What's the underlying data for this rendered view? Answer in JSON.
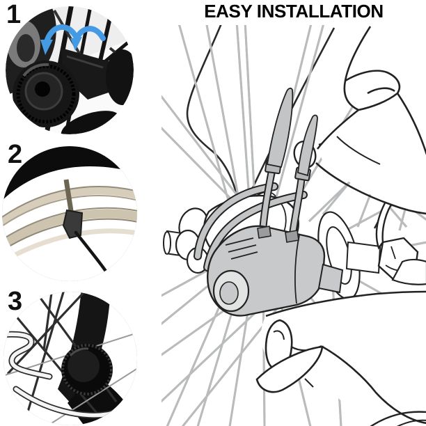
{
  "title": "EASY INSTALLATION",
  "steps": [
    {
      "number": "1",
      "illustration": "photo-sensor-unit-on-hub-with-blue-rotation-arrows"
    },
    {
      "number": "2",
      "illustration": "photo-zip-tie-fastened-to-wheel-rim"
    },
    {
      "number": "3",
      "illustration": "photo-adjuster-knob-and-cable-between-spokes"
    }
  ],
  "main_illustration": {
    "name": "line-drawing-hands-zip-tying-device-to-bicycle-hub",
    "elements": [
      "bicycle-fork-blade",
      "wheel-spokes",
      "hub-with-flanges",
      "axle-hex-nut",
      "gray-sensor-device",
      "zip-tie-straps",
      "hand-pulling-zip-tie-end",
      "hand-holding-device"
    ]
  },
  "colors": {
    "arrow_blue": "#459ae4",
    "device_gray": "#c7c9ca",
    "tie_gray": "#c2c4c5",
    "spoke_gray": "#b9bbbc",
    "rim_tan": "#d6cdbb",
    "outline_black": "#222222",
    "title_black": "#000000"
  }
}
